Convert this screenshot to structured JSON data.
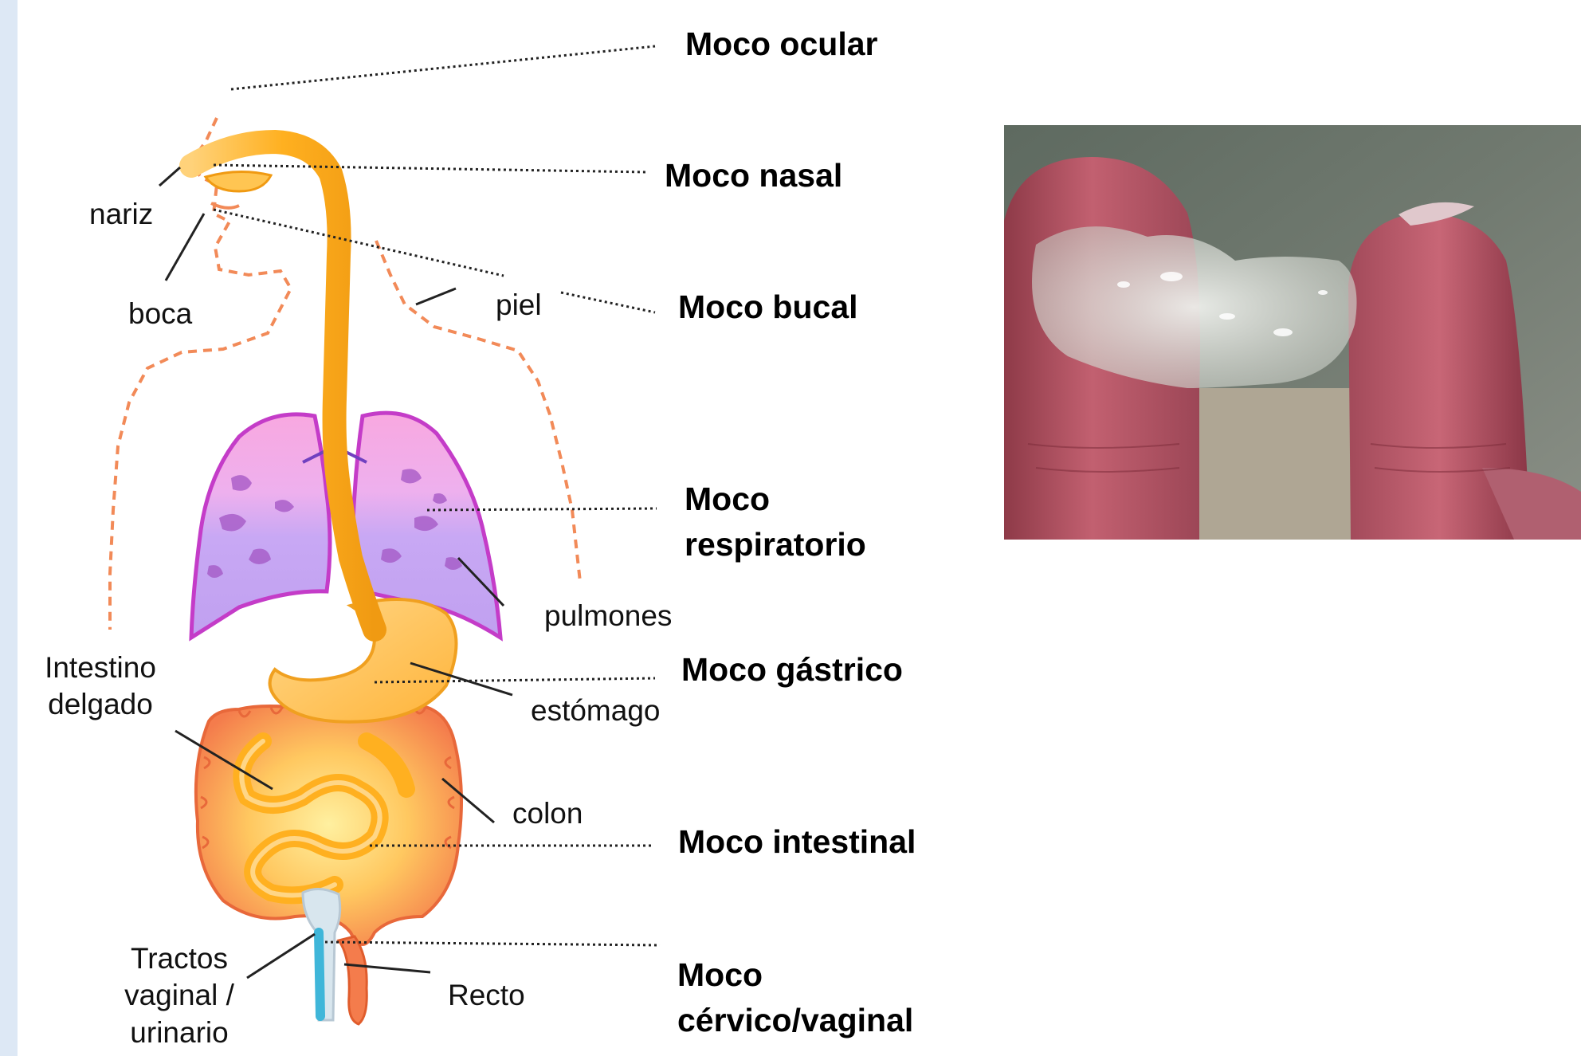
{
  "colors": {
    "left_bar": "#dde8f5",
    "tube": "#ffb020",
    "tube_dark": "#e8890a",
    "lung_pink": "#f4a6e4",
    "lung_purple": "#c4a6f2",
    "lung_edge": "#c43cc8",
    "colon": "#f47c4c",
    "skin_outline": "#f28a58",
    "vaginal_tract": "#3fb6d9"
  },
  "labels": {
    "nariz": "nariz",
    "boca": "boca",
    "piel": "piel",
    "pulmones": "pulmones",
    "intestino_line1": "Intestino",
    "intestino_line2": "delgado",
    "estomago": "estómago",
    "colon": "colon",
    "tractos_line1": "Tractos",
    "tractos_line2": "vaginal /",
    "tractos_line3": "urinario",
    "recto": "Recto"
  },
  "mucus_types": {
    "ocular": "Moco ocular",
    "nasal": "Moco nasal",
    "bucal": "Moco bucal",
    "respiratorio_line1": "Moco",
    "respiratorio_line2": "respiratorio",
    "gastrico": "Moco gástrico",
    "intestinal": "Moco intestinal",
    "cervical_line1": "Moco",
    "cervical_line2": "cérvico/vaginal"
  }
}
